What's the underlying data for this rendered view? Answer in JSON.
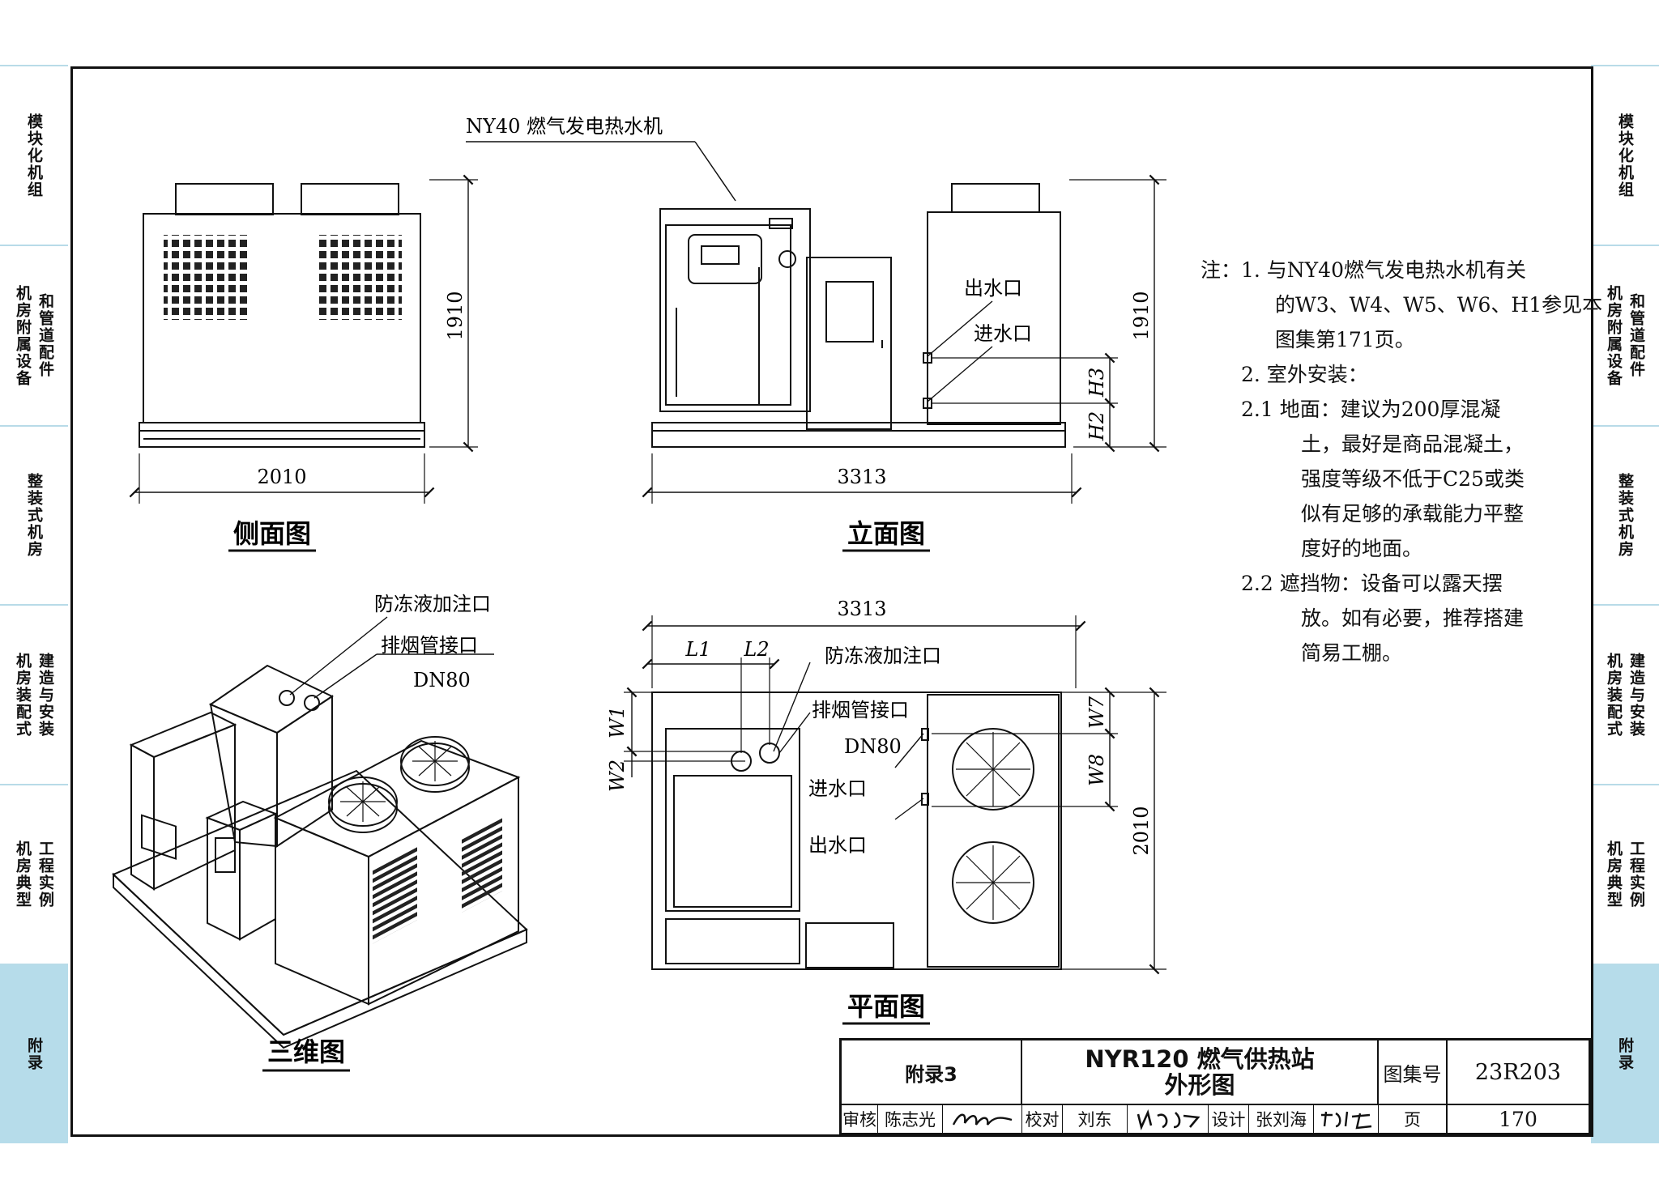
{
  "sidebar": {
    "left_tabs": [
      {
        "lines": [
          "模块化机组"
        ],
        "active": false
      },
      {
        "lines": [
          "机房附属设备",
          "和管道配件"
        ],
        "active": false
      },
      {
        "lines": [
          "整装式机房"
        ],
        "active": false
      },
      {
        "lines": [
          "机房装配式",
          "建造与安装"
        ],
        "active": false
      },
      {
        "lines": [
          "机房典型",
          "工程实例"
        ],
        "active": false
      },
      {
        "lines": [
          "附录"
        ],
        "active": true
      }
    ],
    "right_tabs": [
      {
        "lines": [
          "模块化机组"
        ],
        "active": false
      },
      {
        "lines": [
          "机房附属设备",
          "和管道配件"
        ],
        "active": false
      },
      {
        "lines": [
          "整装式机房"
        ],
        "active": false
      },
      {
        "lines": [
          "机房装配式",
          "建造与安装"
        ],
        "active": false
      },
      {
        "lines": [
          "机房典型",
          "工程实例"
        ],
        "active": false
      },
      {
        "lines": [
          "附录"
        ],
        "active": true
      }
    ]
  },
  "views": {
    "side": {
      "caption": "侧面图",
      "width_dim": "2010",
      "height_dim": "1910"
    },
    "elevation": {
      "caption": "立面图",
      "width_dim": "3313",
      "height_dim": "1910",
      "callout": "NY40 燃气发电热水机",
      "outlet": "出水口",
      "inlet": "进水口",
      "h3": "H3",
      "h2": "H2"
    },
    "iso": {
      "caption": "三维图",
      "antifreeze": "防冻液加注口",
      "exhaust": "排烟管接口",
      "dn": "DN80"
    },
    "plan": {
      "caption": "平面图",
      "width_dim": "3313",
      "height_dim": "2010",
      "l1": "L1",
      "l2": "L2",
      "w1": "W1",
      "w2": "W2",
      "w7": "W7",
      "w8": "W8",
      "antifreeze": "防冻液加注口",
      "exhaust": "排烟管接口",
      "dn": "DN80",
      "inlet": "进水口",
      "outlet": "出水口"
    }
  },
  "notes": [
    "注：1. 与NY40燃气发电热水机有关",
    "的W3、W4、W5、W6、H1参见本",
    "图集第171页。",
    "2. 室外安装：",
    "2.1  地面：建议为200厚混凝",
    "土，最好是商品混凝土，",
    "强度等级不低于C25或类",
    "似有足够的承载能力平整",
    "度好的地面。",
    "2.2  遮挡物：设备可以露天摆",
    "放。如有必要，推荐搭建",
    "简易工棚。"
  ],
  "title_block": {
    "section": "附录3",
    "title_line1": "NYR120 燃气供热站",
    "title_line2": "外形图",
    "atlas_label": "图集号",
    "atlas_no": "23R203",
    "review_label": "审核",
    "reviewer": "陈志光",
    "check_label": "校对",
    "checker": "刘东",
    "design_label": "设计",
    "designer": "张刘海",
    "page_label": "页",
    "page_no": "170"
  }
}
